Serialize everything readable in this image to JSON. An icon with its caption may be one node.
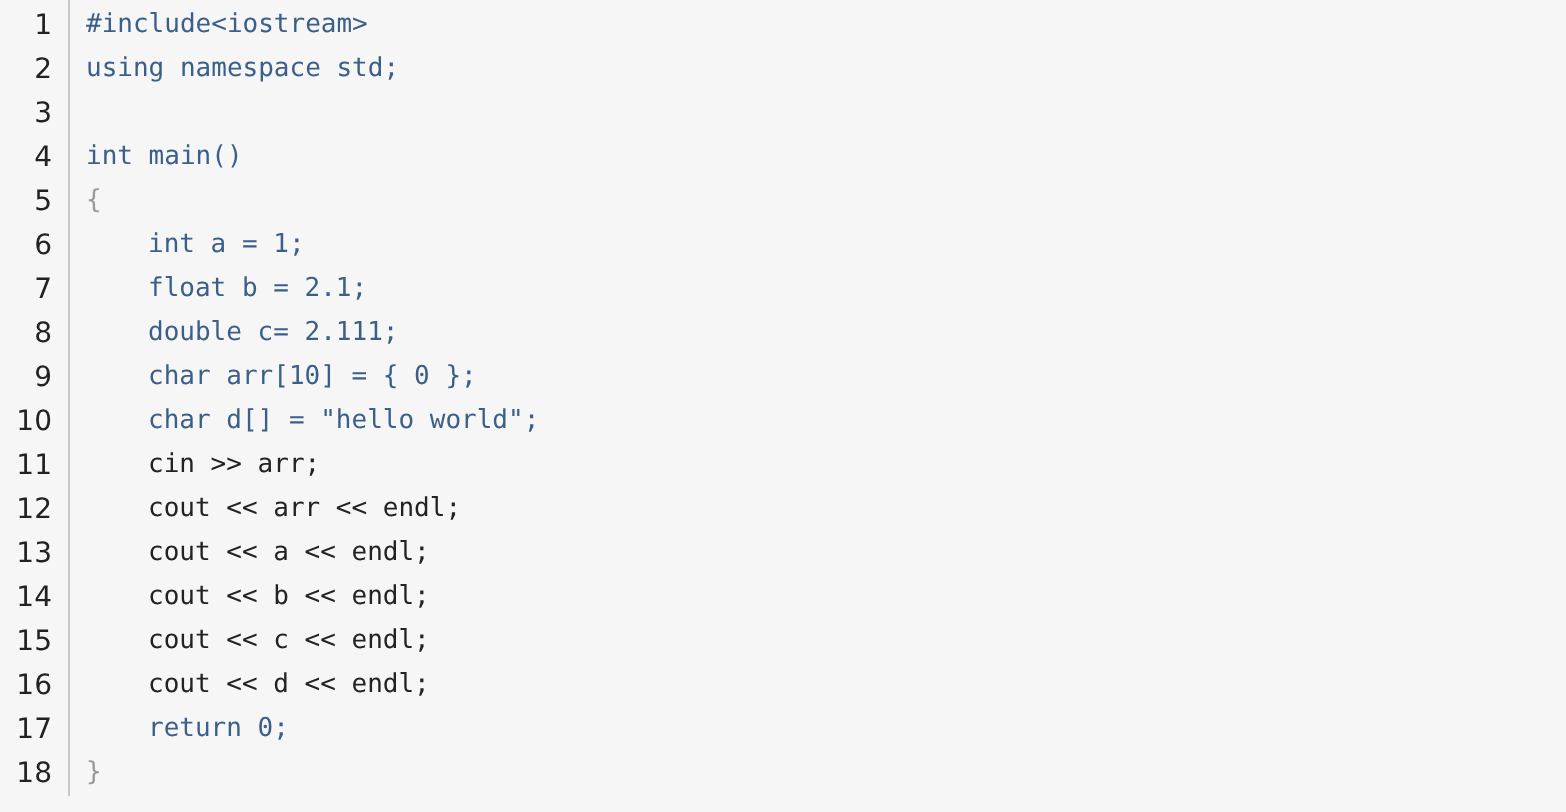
{
  "diagram": {
    "labels": [
      "1",
      "#include<iostream>",
      "2",
      "using namespace std;",
      "3",
      "4",
      "int main()",
      "5",
      "{",
      "6",
      "int a = 1;",
      "7",
      "float b = 2.1;",
      "8",
      "double c= 2.111;",
      "9",
      "char arr[10] = { 0 };",
      "10",
      "char d[] = \"hello world\";",
      "11",
      "cin >> arr;",
      "12",
      "cout << arr << endl;",
      "13",
      "cout << a << endl;",
      "14",
      "cout << b << endl;",
      "15",
      "cout << c << endl;",
      "16",
      "cout << d << endl;",
      "17",
      "return 0;",
      "18",
      "}"
    ]
  }
}
